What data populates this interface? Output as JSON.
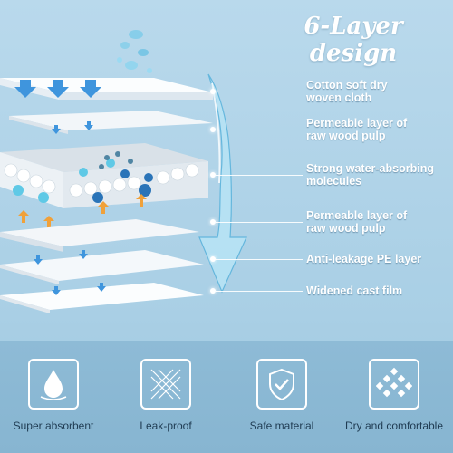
{
  "title": "6-Layer design",
  "layers": [
    {
      "label": "Cotton soft dry\nwoven cloth"
    },
    {
      "label": "Permeable layer of\nraw wood pulp"
    },
    {
      "label": "Strong water-absorbing\nmolecules"
    },
    {
      "label": "Permeable layer of\nraw wood pulp"
    },
    {
      "label": "Anti-leakage PE layer"
    },
    {
      "label": "Widened cast film"
    }
  ],
  "features": [
    {
      "label": "Super absorbent",
      "icon": "droplet-icon"
    },
    {
      "label": "Leak-proof",
      "icon": "mesh-icon"
    },
    {
      "label": "Safe material",
      "icon": "shield-check-icon"
    },
    {
      "label": "Dry and comfortable",
      "icon": "grid-dots-icon"
    }
  ],
  "colors": {
    "background": "#b9d9ec",
    "band": "#8ebbd6",
    "arrow_blue": "#2f8fd6",
    "bead_blue": "#2a74b8",
    "bead_cyan": "#5fc9e6",
    "orange_arrow": "#f0a13a"
  }
}
